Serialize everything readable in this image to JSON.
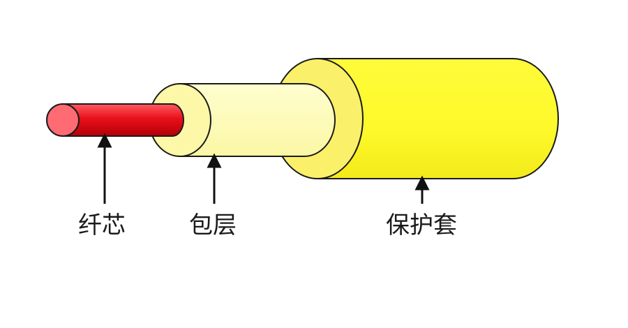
{
  "labels": {
    "core": "纤芯",
    "cladding": "包层",
    "jacket": "保护套"
  },
  "colors": {
    "core_body": "#e8101a",
    "core_end": "#ff6b73",
    "cladding_body": "#fdfcb0",
    "cladding_end": "#fcf8a8",
    "jacket_body": "#fdfb2f",
    "jacket_end": "#fbf06a",
    "outline": "#1a1a1a",
    "arrow": "#111111"
  }
}
